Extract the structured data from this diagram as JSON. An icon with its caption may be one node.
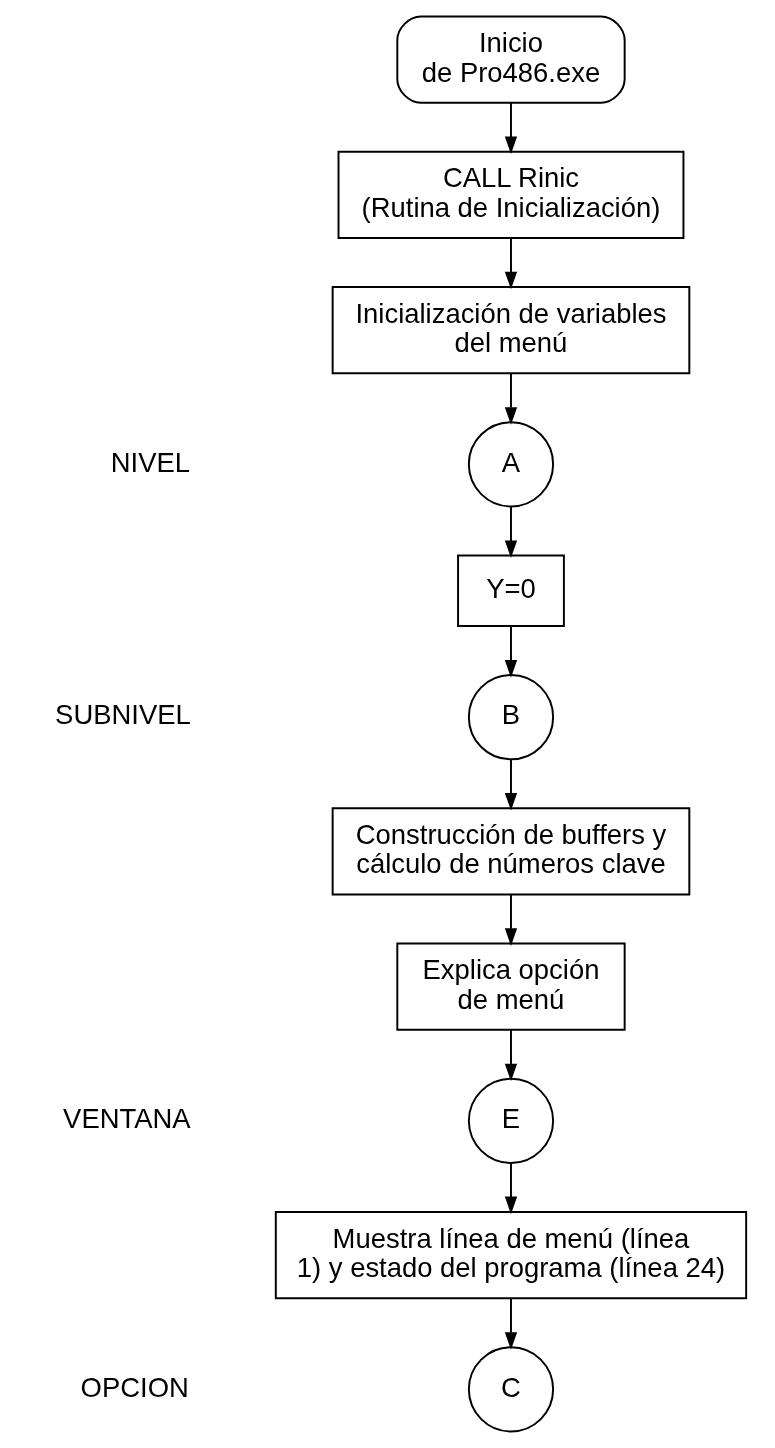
{
  "diagram": {
    "nodes": [
      {
        "text": [
          "Inicio de Pro486.exe"
        ]
      },
      {
        "text": [
          "CALL Rinic (Rutina de Inicialización)"
        ]
      },
      {
        "text": [
          "Inicialización de variables del menú"
        ]
      },
      {
        "text": [
          "A"
        ]
      },
      {
        "text": [
          "Y=0"
        ]
      },
      {
        "text": [
          "B"
        ]
      },
      {
        "text": [
          "Construcción de buffers y cálculo de números clave"
        ]
      },
      {
        "text": [
          "Explica opción de menú"
        ]
      },
      {
        "text": [
          "E"
        ]
      },
      {
        "text": [
          "Muestra línea de menú (línea 1) y estado del programa (línea 24)"
        ]
      },
      {
        "text": [
          "C"
        ]
      }
    ],
    "edges": [
      {
        "from": 0,
        "to": 1,
        "arrow": "to"
      },
      {
        "from": 1,
        "to": 2,
        "arrow": "to"
      },
      {
        "from": 2,
        "to": 3,
        "arrow": "to"
      },
      {
        "from": 3,
        "to": 4,
        "arrow": "to"
      },
      {
        "from": 4,
        "to": 5,
        "arrow": "to"
      },
      {
        "from": 5,
        "to": 6,
        "arrow": "to"
      },
      {
        "from": 6,
        "to": 7,
        "arrow": "to"
      },
      {
        "from": 7,
        "to": 8,
        "arrow": "to"
      },
      {
        "from": 8,
        "to": 9,
        "arrow": "to"
      },
      {
        "from": 9,
        "to": 10,
        "arrow": "to"
      }
    ],
    "labels": [
      "NIVEL",
      "SUBNIVEL",
      "VENTANA",
      "OPCION"
    ]
  }
}
